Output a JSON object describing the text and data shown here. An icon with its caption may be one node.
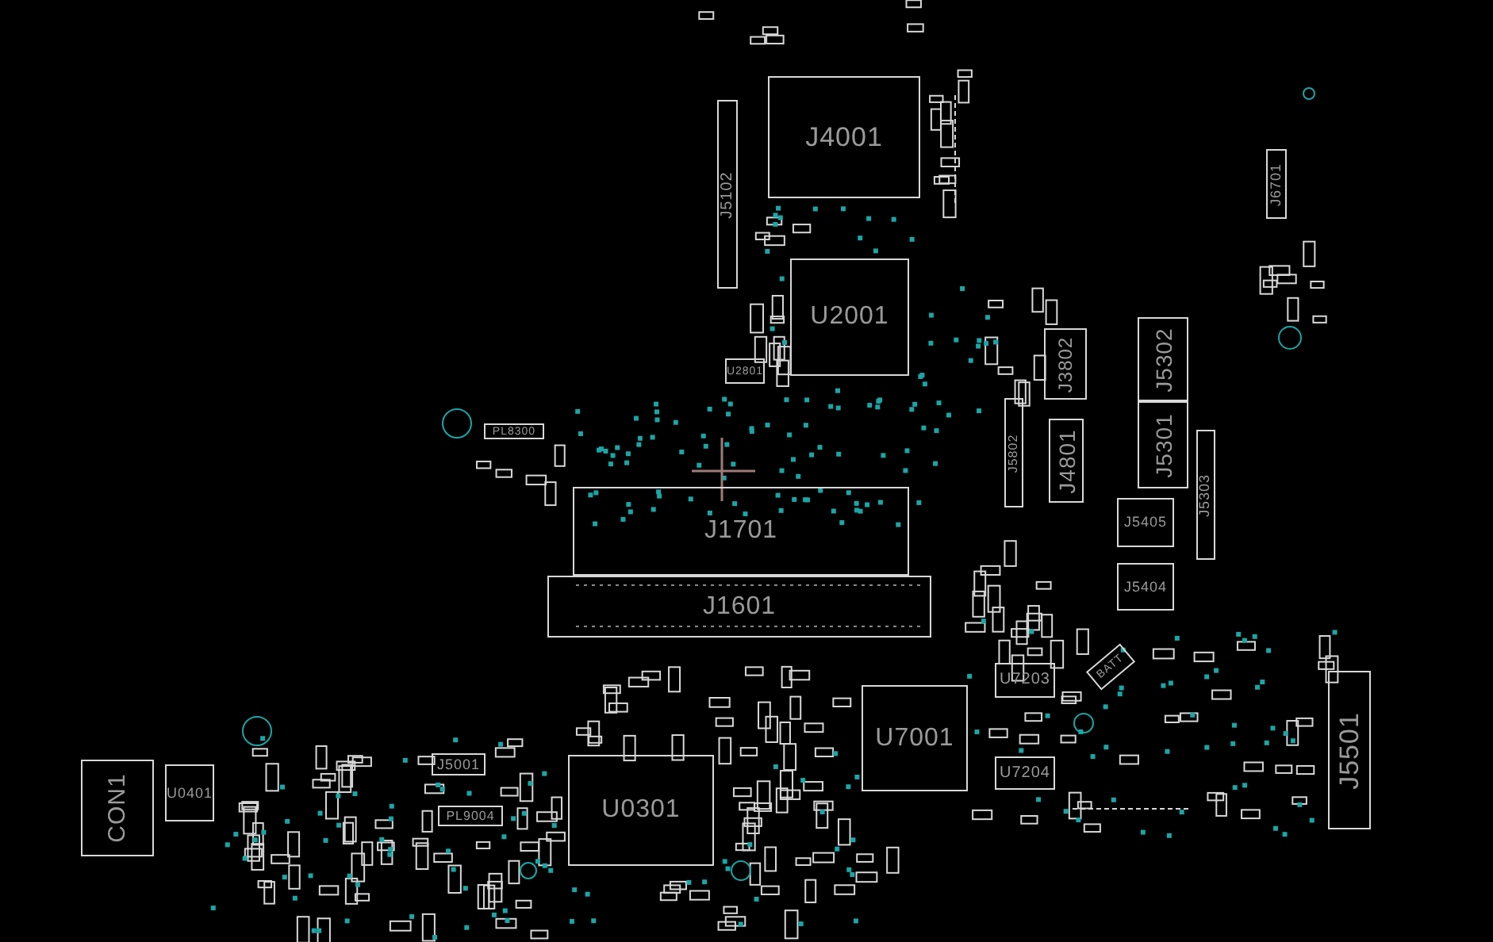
{
  "diagram": {
    "nodes": [
      {
        "text": [
          "J4001"
        ]
      },
      {
        "text": [
          "J5102"
        ]
      },
      {
        "text": [
          "U2001"
        ]
      },
      {
        "text": [
          "U2801"
        ]
      },
      {
        "text": [
          "J3802"
        ]
      },
      {
        "text": [
          "J5802"
        ]
      },
      {
        "text": [
          "J4801"
        ]
      },
      {
        "text": [
          "J5302"
        ]
      },
      {
        "text": [
          "J5301"
        ]
      },
      {
        "text": [
          "J5303"
        ]
      },
      {
        "text": [
          "J5405"
        ]
      },
      {
        "text": [
          "J5404"
        ]
      },
      {
        "text": [
          "J6701"
        ]
      },
      {
        "text": [
          "J1701"
        ]
      },
      {
        "text": [
          "J1601"
        ]
      },
      {
        "text": [
          "CON1"
        ]
      },
      {
        "text": [
          "U0401"
        ]
      },
      {
        "text": [
          "J5001"
        ]
      },
      {
        "text": [
          "U0301"
        ]
      },
      {
        "text": [
          "U7001"
        ]
      },
      {
        "text": [
          "U7203"
        ]
      },
      {
        "text": [
          "U7204"
        ]
      },
      {
        "text": [
          "J5501"
        ]
      },
      {
        "text": [
          "PL8300"
        ]
      },
      {
        "text": [
          "PL9004"
        ]
      },
      {
        "text": [
          "BATT"
        ]
      }
    ]
  }
}
